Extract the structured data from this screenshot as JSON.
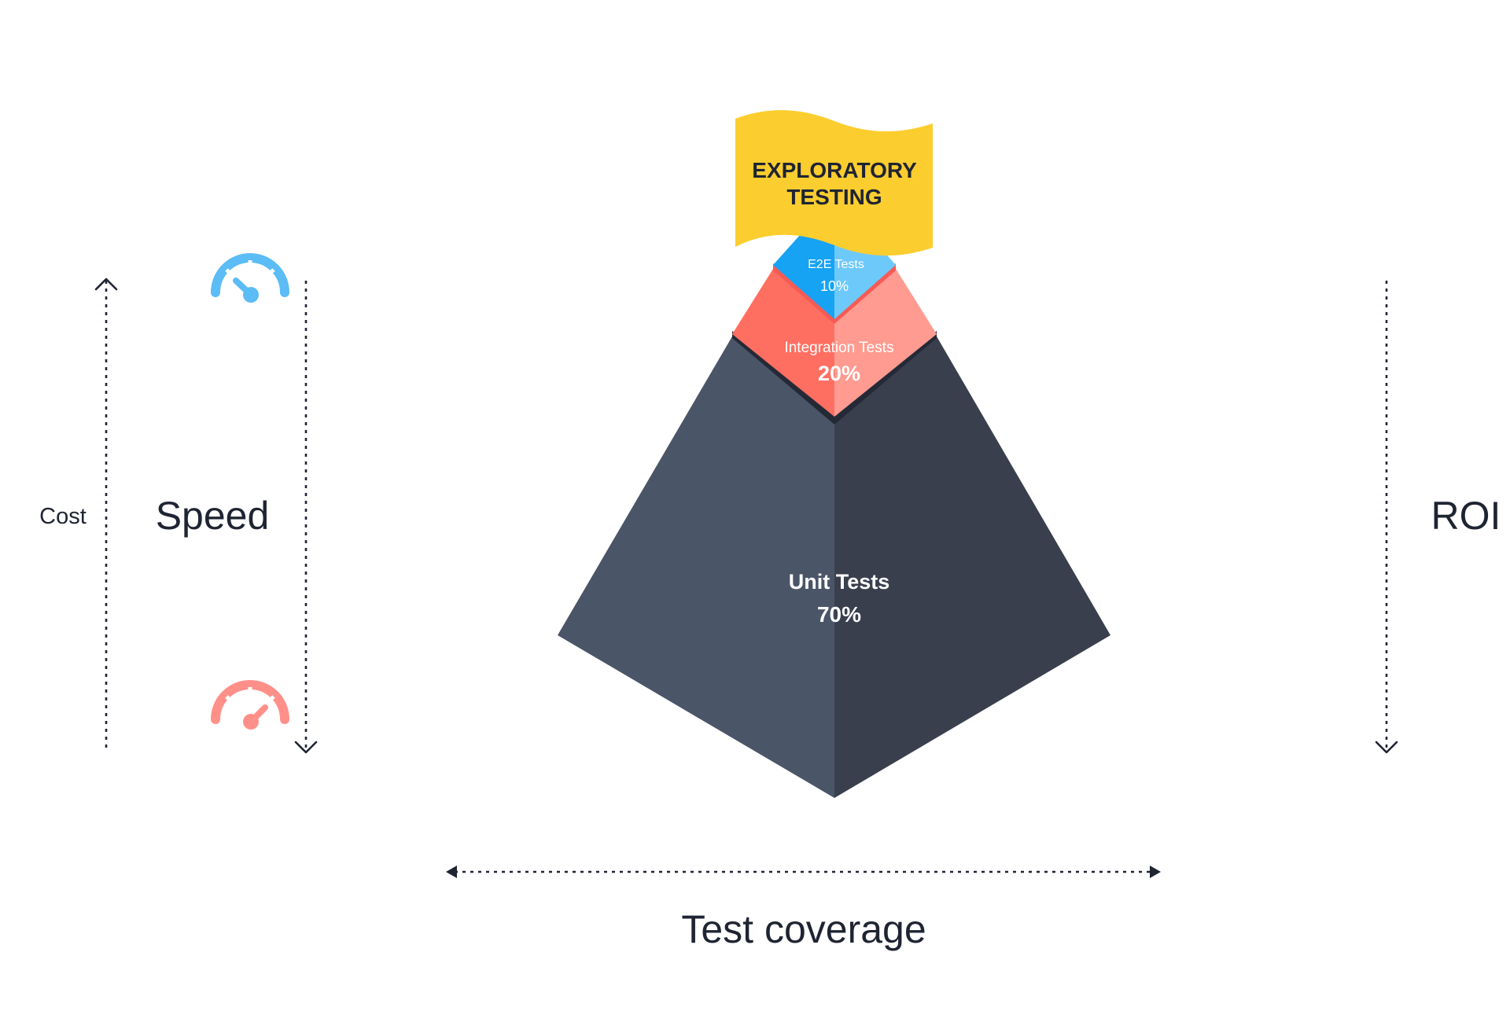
{
  "diagram": {
    "flag": {
      "line1": "EXPLORATORY",
      "line2": "TESTING"
    },
    "layers": {
      "e2e": {
        "name": "E2E Tests",
        "percent": "10%"
      },
      "integration": {
        "name": "Integration Tests",
        "percent": "20%"
      },
      "unit": {
        "name": "Unit Tests",
        "percent": "70%"
      }
    },
    "axes": {
      "cost": "Cost",
      "speed": "Speed",
      "roi": "ROI",
      "coverage": "Test coverage"
    },
    "icons": {
      "fast": "speedometer-fast-icon",
      "slow": "speedometer-slow-icon"
    },
    "colors": {
      "unit_left": "#4b5568",
      "unit_right": "#393f4d",
      "unit_shadow": "#242936",
      "integration_left": "#ff6f61",
      "integration_right": "#ff9b90",
      "integration_rim": "#f75a55",
      "e2e_left": "#17a3f4",
      "e2e_right": "#6ec9fb",
      "flag": "#fccd2e",
      "speed_fast": "#5bbcf6",
      "speed_slow": "#ff9089",
      "arrow": "#1f2433"
    }
  }
}
